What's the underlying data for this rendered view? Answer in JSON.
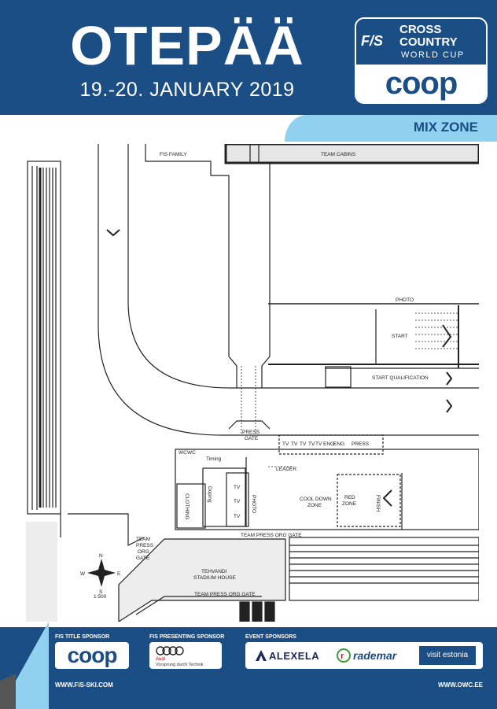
{
  "header": {
    "venue": "OTEPÄÄ",
    "dates": "19.-20. JANUARY 2019",
    "logo": {
      "fis": "F/S",
      "line1": "CROSS",
      "line2": "COUNTRY",
      "line3": "WORLD CUP",
      "sponsor": "coop"
    }
  },
  "section_tab": "MIX ZONE",
  "map": {
    "labels": {
      "fis_family": "FIS FAMILY",
      "team_cabins": "TEAM CABINS",
      "photo_top": "PHOTO",
      "start": "START",
      "start_qualification": "START QUALIFICATION",
      "press_gate": [
        "PRESS",
        "GATE"
      ],
      "tv": "TV",
      "eng": "ENG",
      "press": "PRESS",
      "wc": "WC",
      "timing": "Timing",
      "leader": "LEADER",
      "clothing": "CLOTHING",
      "doping": "Doping",
      "photo_side": "PHOTO",
      "cool_down_zone": [
        "COOL DOWN",
        "ZONE"
      ],
      "red_zone": [
        "RED",
        "ZONE"
      ],
      "finish": "FINISH",
      "team_press_org_gate_top": "TEAM PRESS ORG GATE",
      "team_press_org_gate_left": [
        "TEAM",
        "PRESS",
        "ORG",
        "GATE"
      ],
      "stadium_house": [
        "TEHVANDI",
        "STADIUM HOUSE"
      ],
      "team_press_org_gate_bottom": "TEAM PRESS ORG GATE",
      "scale": "1:500"
    },
    "compass": {
      "n": "N",
      "s": "S",
      "e": "E",
      "w": "W"
    }
  },
  "footer": {
    "title_sponsor_label": "FIS TITLE SPONSOR",
    "title_sponsor": "coop",
    "presenting_label": "FIS PRESENTING SPONSOR",
    "presenting_brand": "Audi",
    "presenting_tagline": "Vorsprung durch Technik",
    "event_label": "EVENT SPONSORS",
    "event_sponsors": [
      "ALEXELA",
      "rademar",
      "visit estonia"
    ],
    "url_left": "WWW.FIS-SKI.COM",
    "url_right": "WWW.OWC.EE"
  },
  "colors": {
    "brand_blue": "#1a4e84",
    "light_blue": "#8fd1ef"
  }
}
